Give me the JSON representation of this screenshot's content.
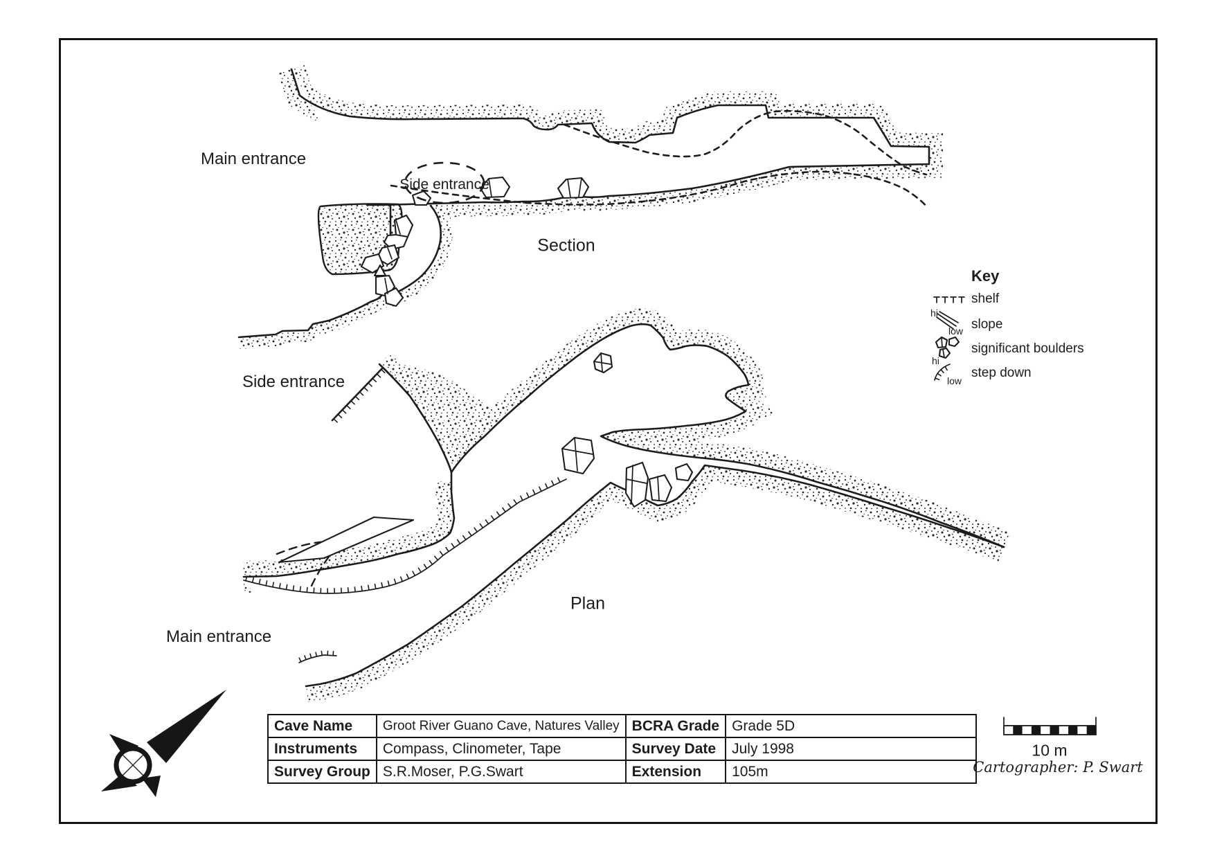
{
  "labels": {
    "section_main_entrance": "Main entrance",
    "section_side_entrance": "Side entrance",
    "section_title": "Section",
    "plan_side_entrance": "Side entrance",
    "plan_main_entrance": "Main entrance",
    "plan_title": "Plan"
  },
  "key": {
    "title": "Key",
    "items": [
      {
        "symbol": "shelf-symbol",
        "label": "shelf"
      },
      {
        "symbol": "slope-symbol",
        "label": "slope",
        "hi": "hi",
        "low": "low"
      },
      {
        "symbol": "boulders-symbol",
        "label": "significant boulders"
      },
      {
        "symbol": "step-down-symbol",
        "label": "step down",
        "hi": "hi",
        "low": "low"
      }
    ]
  },
  "table": {
    "rows": [
      [
        "Cave Name",
        "Groot River Guano Cave, Natures Valley",
        "BCRA Grade",
        "Grade 5D"
      ],
      [
        "Instruments",
        "Compass, Clinometer, Tape",
        "Survey Date",
        "July 1998"
      ],
      [
        "Survey Group",
        "S.R.Moser, P.G.Swart",
        "Extension",
        "105m"
      ]
    ]
  },
  "scale": {
    "label": "10 m"
  },
  "cartographer": "Cartographer: P. Swart",
  "colors": {
    "ink": "#1c1c1c",
    "paper": "#ffffff"
  }
}
